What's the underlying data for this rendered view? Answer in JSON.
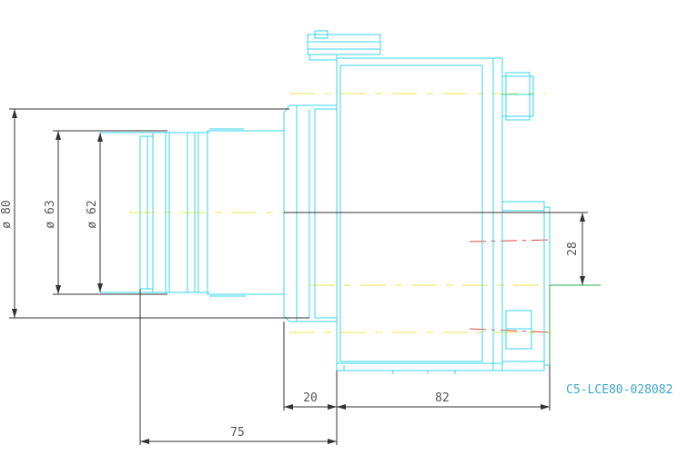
{
  "drawing": {
    "part_number": "C5-LCE80-028082",
    "dimensions": {
      "dia_80": "ø 80",
      "dia_63": "ø 63",
      "dia_62": "ø 62",
      "offset_28": "28",
      "len_20": "20",
      "len_82": "82",
      "len_75": "75"
    },
    "colors": {
      "outline": "#39d6ec",
      "dimension": "#333333",
      "centerline_yellow": "#e8e84a",
      "centerline_red": "#e2473a",
      "reference_green": "#2aa84a"
    }
  }
}
